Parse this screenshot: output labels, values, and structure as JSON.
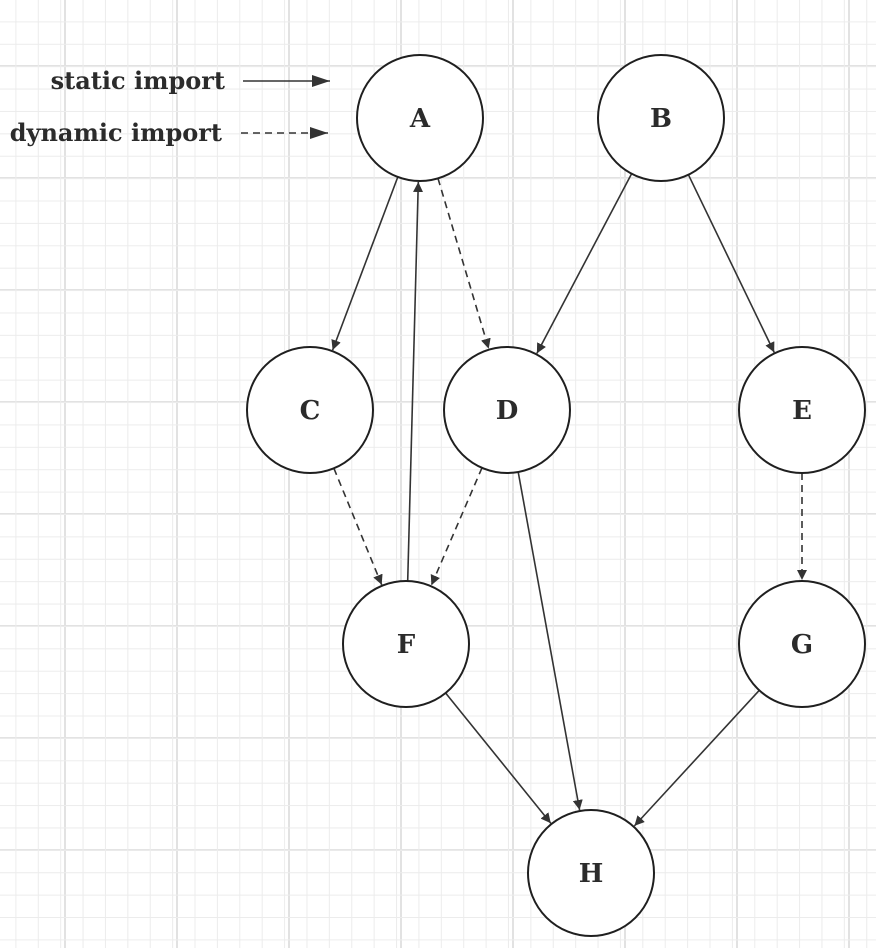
{
  "legend": {
    "static_label": "static import",
    "dynamic_label": "dynamic import"
  },
  "colors": {
    "stroke": "#1f1f1f",
    "edge": "#333333",
    "text": "#2b2b2b",
    "grid": "#e2e2e2"
  },
  "nodes": [
    {
      "id": "A",
      "label": "A"
    },
    {
      "id": "B",
      "label": "B"
    },
    {
      "id": "C",
      "label": "C"
    },
    {
      "id": "D",
      "label": "D"
    },
    {
      "id": "E",
      "label": "E"
    },
    {
      "id": "F",
      "label": "F"
    },
    {
      "id": "G",
      "label": "G"
    },
    {
      "id": "H",
      "label": "H"
    }
  ],
  "edges": [
    {
      "from": "A",
      "to": "C",
      "kind": "static"
    },
    {
      "from": "A",
      "to": "D",
      "kind": "dynamic"
    },
    {
      "from": "F",
      "to": "A",
      "kind": "static"
    },
    {
      "from": "B",
      "to": "D",
      "kind": "static"
    },
    {
      "from": "B",
      "to": "E",
      "kind": "static"
    },
    {
      "from": "C",
      "to": "F",
      "kind": "dynamic"
    },
    {
      "from": "D",
      "to": "F",
      "kind": "dynamic"
    },
    {
      "from": "D",
      "to": "H",
      "kind": "static"
    },
    {
      "from": "E",
      "to": "G",
      "kind": "dynamic"
    },
    {
      "from": "F",
      "to": "H",
      "kind": "static"
    },
    {
      "from": "G",
      "to": "H",
      "kind": "static"
    }
  ]
}
